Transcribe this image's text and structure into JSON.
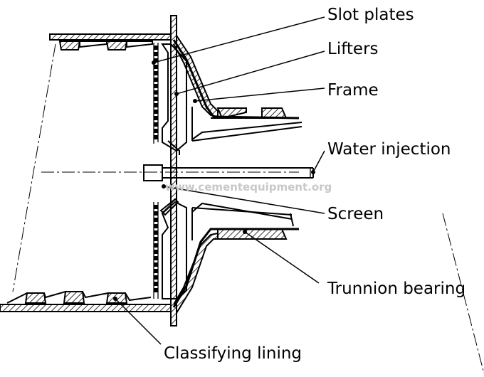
{
  "labels": {
    "slot_plates": "Slot plates",
    "lifters": "Lifters",
    "frame": "Frame",
    "water_injection": "Water injection",
    "screen": "Screen",
    "trunnion_bearing": "Trunnion bearing",
    "classifying_lining": "Classifying lining"
  },
  "watermark": "www.cementequipment.org"
}
